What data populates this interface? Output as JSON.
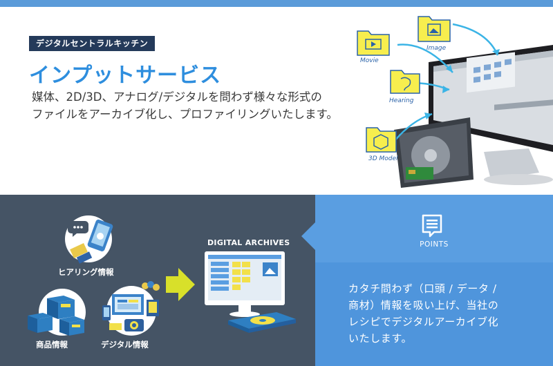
{
  "header": {
    "tag": "デジタルセントラルキッチン",
    "title": "インプットサービス",
    "description_line1": "媒体、2D/3D、アナログ/デジタルを問わず様々な形式の",
    "description_line2": "ファイルをアーカイブ化し、プロファイリングいたします。"
  },
  "hero_labels": {
    "movie": "Movie",
    "image": "Image",
    "hearing": "Hearing",
    "model": "3D Model"
  },
  "flow": {
    "hearing": "ヒアリング情報",
    "product": "商品情報",
    "digital": "デジタル情報",
    "archives": "DIGITAL ARCHIVES"
  },
  "points": {
    "label": "POINTS",
    "line1": "カタチ問わず（口頭 / データ /",
    "line2": "商材）情報を吸い上げ、当社の",
    "line3": "レシピでデジタルアーカイブ化",
    "line4": "いたします。"
  },
  "colors": {
    "accent_blue": "#2e8ede",
    "tag_navy": "#243a5a",
    "panel_dark": "#455465",
    "panel_blue": "#4f95dc",
    "arrow_yellow": "#d8e02a"
  }
}
